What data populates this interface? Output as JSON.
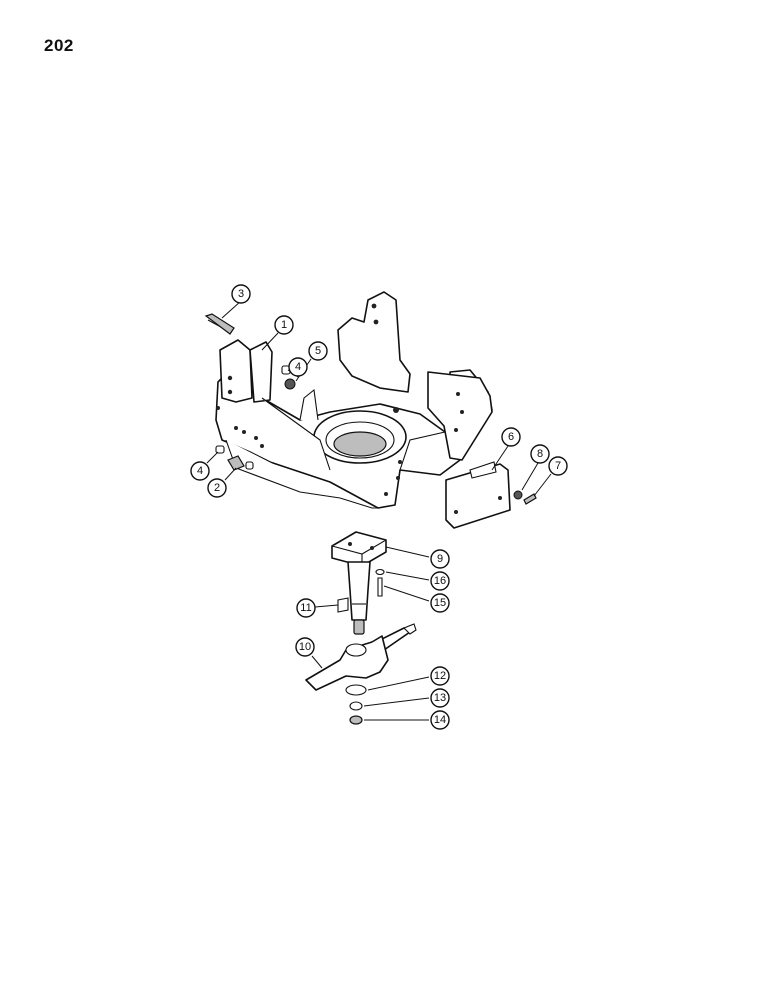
{
  "page": {
    "number": "202"
  },
  "callouts": [
    {
      "label": "1"
    },
    {
      "label": "2"
    },
    {
      "label": "3"
    },
    {
      "label": "4"
    },
    {
      "label": "4"
    },
    {
      "label": "5"
    },
    {
      "label": "6"
    },
    {
      "label": "7"
    },
    {
      "label": "8"
    },
    {
      "label": "9"
    },
    {
      "label": "10"
    },
    {
      "label": "11"
    },
    {
      "label": "12"
    },
    {
      "label": "13"
    },
    {
      "label": "14"
    },
    {
      "label": "15"
    },
    {
      "label": "16"
    }
  ]
}
